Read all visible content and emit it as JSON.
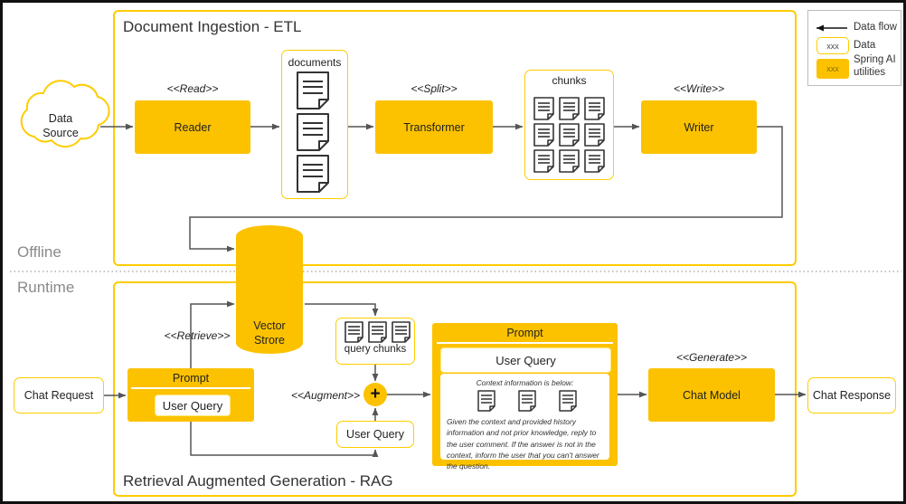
{
  "diagram": {
    "title": "Spring AI RAG architecture",
    "colors": {
      "accent": "#FCC200",
      "group_border": "#FFCC00",
      "arrow": "#555555",
      "side_label": "#8a8a8a"
    }
  },
  "lanes": {
    "offline": "Offline",
    "runtime": "Runtime"
  },
  "etl": {
    "title": "Document Ingestion - ETL",
    "source": {
      "line1": "Data",
      "line2": "Source"
    },
    "read_stereotype": "<<Read>>",
    "reader": "Reader",
    "documents_label": "documents",
    "documents_count": 3,
    "split_stereotype": "<<Split>>",
    "transformer": "Transformer",
    "chunks_label": "chunks",
    "chunks_count": 9,
    "write_stereotype": "<<Write>>",
    "writer": "Writer"
  },
  "store": {
    "line1": "Vector",
    "line2": "Strore"
  },
  "rag": {
    "title": "Retrieval Augmented Generation - RAG",
    "chat_request": "Chat Request",
    "retrieve_stereotype": "<<Retrieve>>",
    "prompt_header": "Prompt",
    "user_query": "User Query",
    "query_chunks_label": "query chunks",
    "query_chunks_count": 3,
    "augment_stereotype": "<<Augment>>",
    "plus_symbol": "+",
    "user_query_data": "User Query",
    "final_prompt": {
      "header": "Prompt",
      "user_query": "User Query",
      "context_line": "Context information is below:",
      "chunks_count": 3,
      "body": "Given the context and provided history information and not prior knowledge, reply to the user comment. If the answer is not in the context, inform the user that you can't answer the question."
    },
    "generate_stereotype": "<<Generate>>",
    "chat_model": "Chat Model",
    "chat_response": "Chat Response"
  },
  "legend": {
    "data_flow": "Data flow",
    "data": "Data",
    "spring_ai_line1": "Spring AI",
    "spring_ai_line2": "utilities",
    "chip_text": "xxx"
  }
}
